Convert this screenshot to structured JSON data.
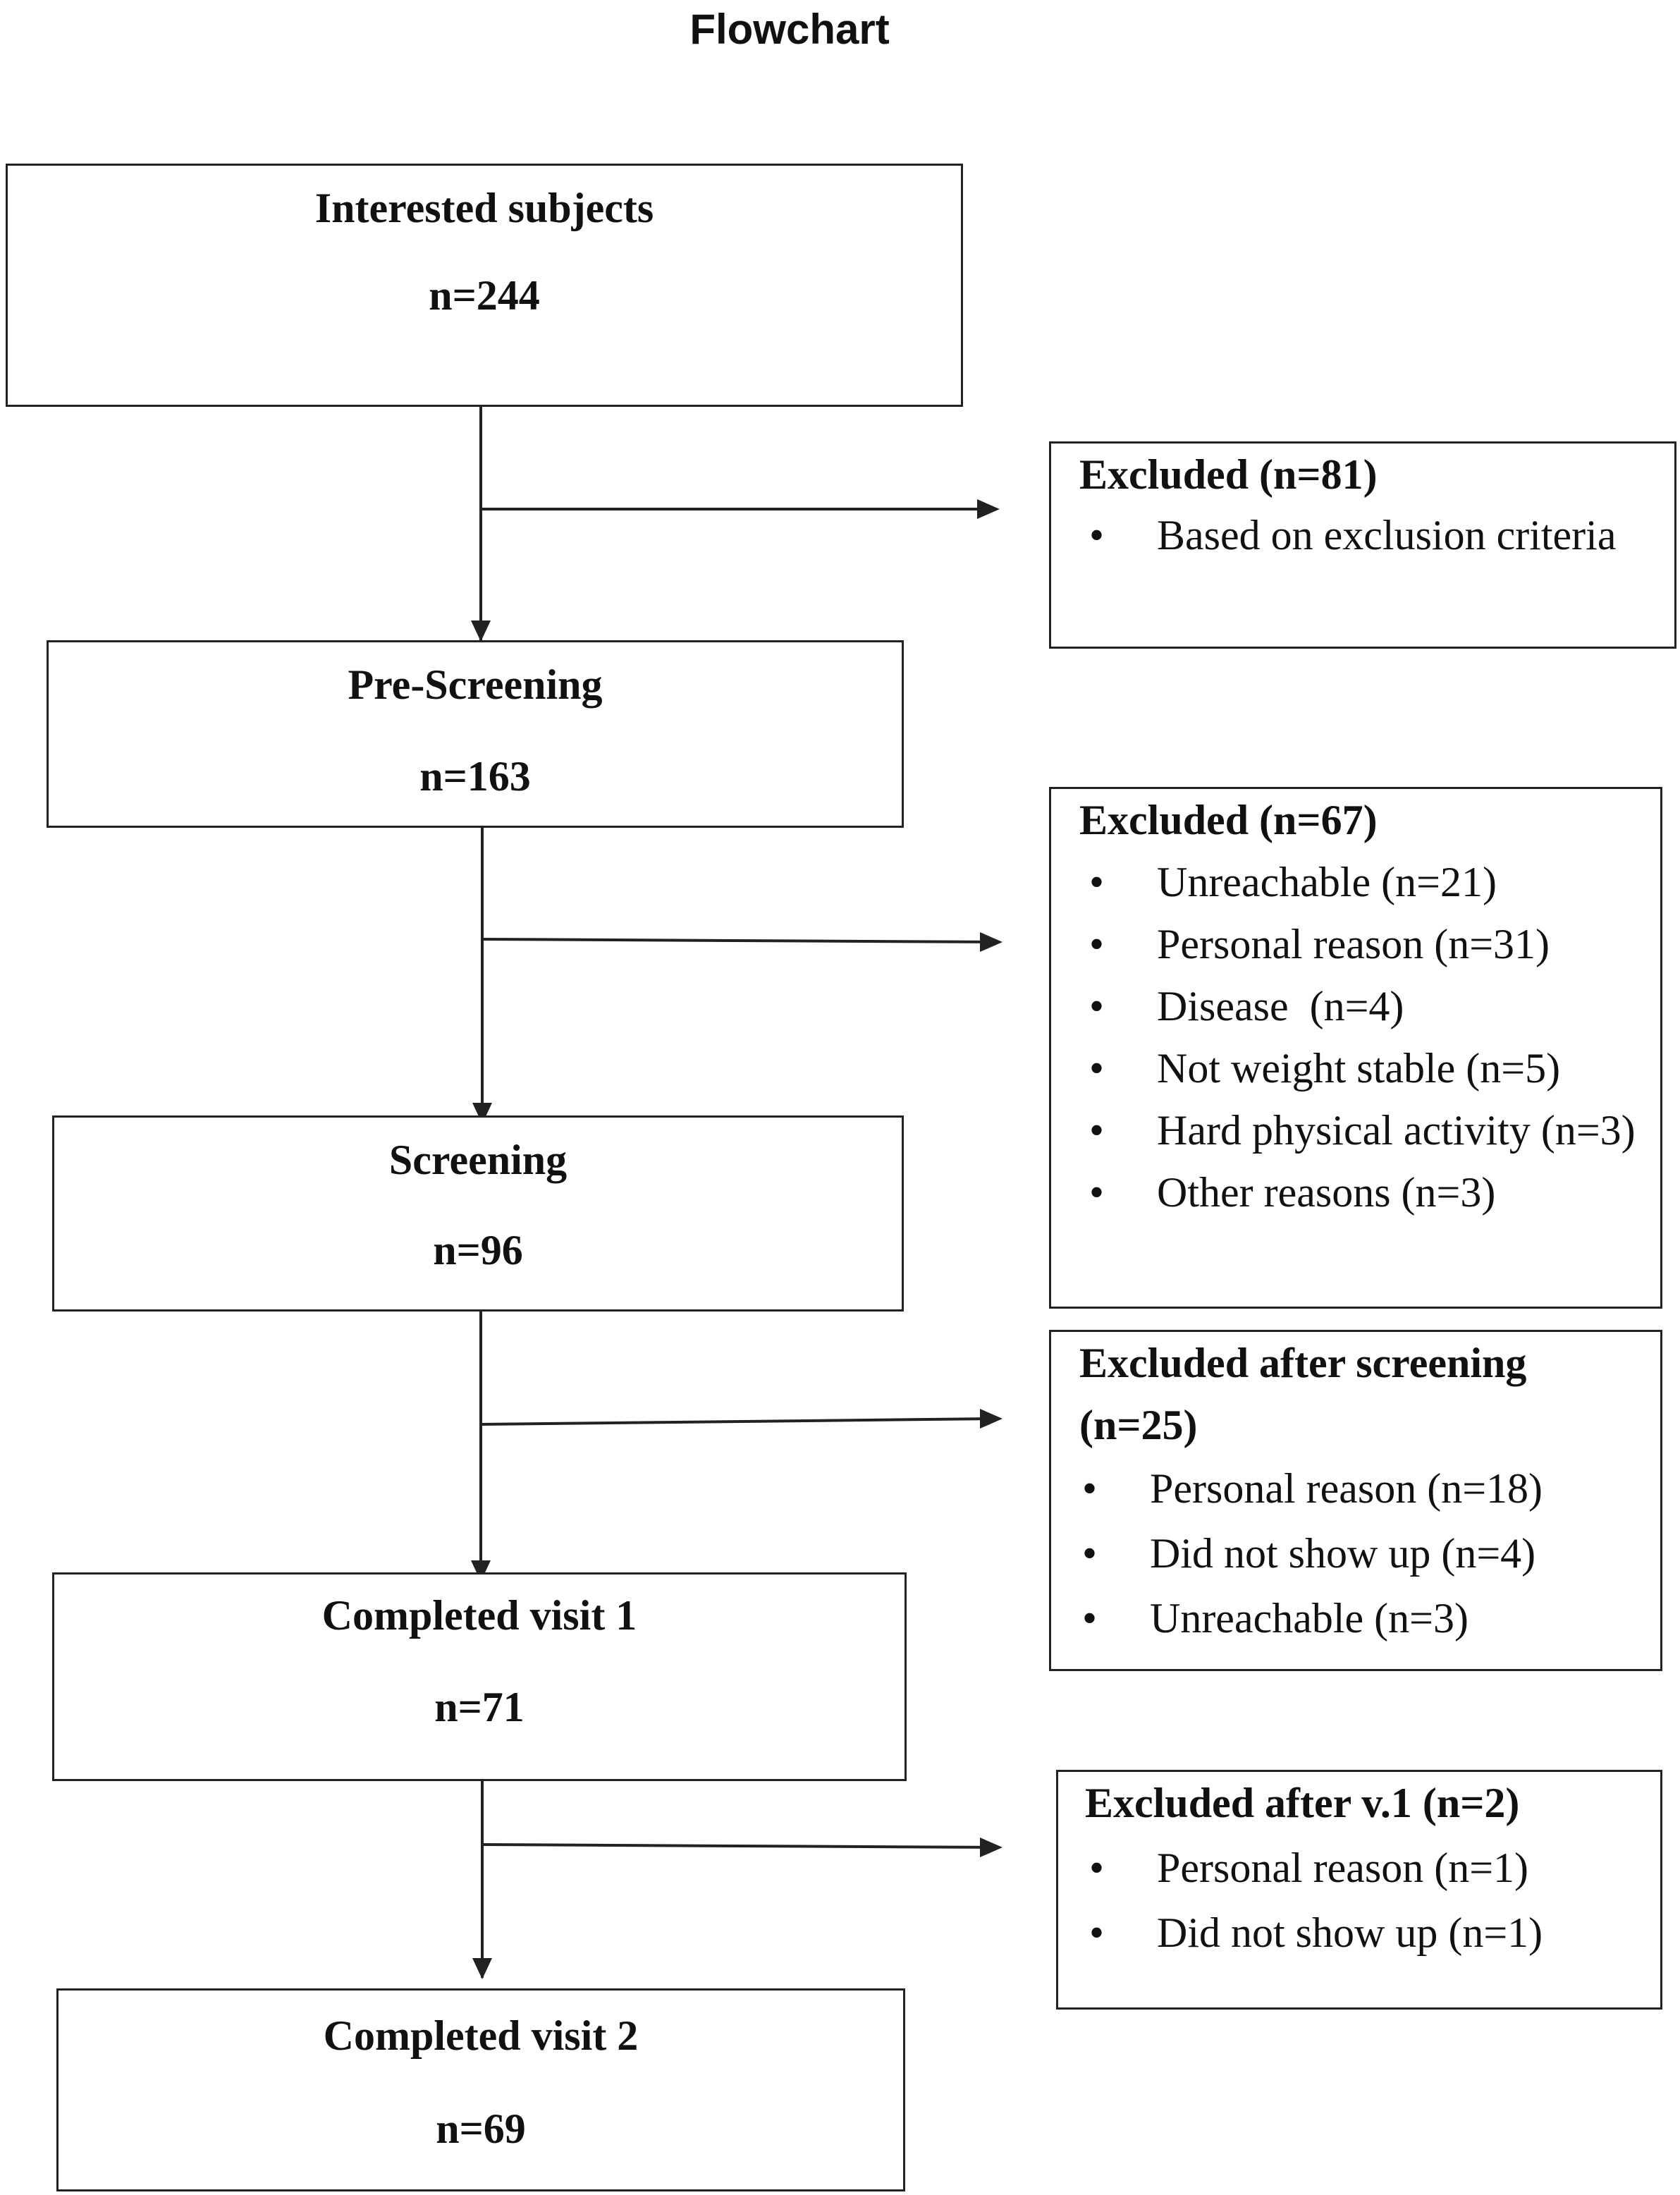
{
  "title": "Flowchart",
  "steps": [
    {
      "label": "Interested subjects",
      "count": "n=244"
    },
    {
      "label": "Pre-Screening",
      "count": "n=163"
    },
    {
      "label": "Screening",
      "count": "n=96"
    },
    {
      "label": "Completed visit 1",
      "count": "n=71"
    },
    {
      "label": "Completed visit 2",
      "count": "n=69"
    }
  ],
  "exclusions": [
    {
      "heading": "Excluded (n=81)",
      "items": [
        "Based on exclusion criteria"
      ]
    },
    {
      "heading": "Excluded (n=67)",
      "items": [
        "Unreachable (n=21)",
        "Personal reason (n=31)",
        "Disease  (n=4)",
        "Not weight stable (n=5)",
        "Hard physical activity (n=3)",
        "Other reasons (n=3)"
      ]
    },
    {
      "heading": "Excluded after screening (n=25)",
      "items": [
        "Personal reason (n=18)",
        "Did not show up (n=4)",
        "Unreachable (n=3)"
      ]
    },
    {
      "heading": "Excluded after v.1 (n=2)",
      "items": [
        "Personal reason (n=1)",
        "Did not show up (n=1)"
      ]
    }
  ],
  "bullet_symbol": "•"
}
